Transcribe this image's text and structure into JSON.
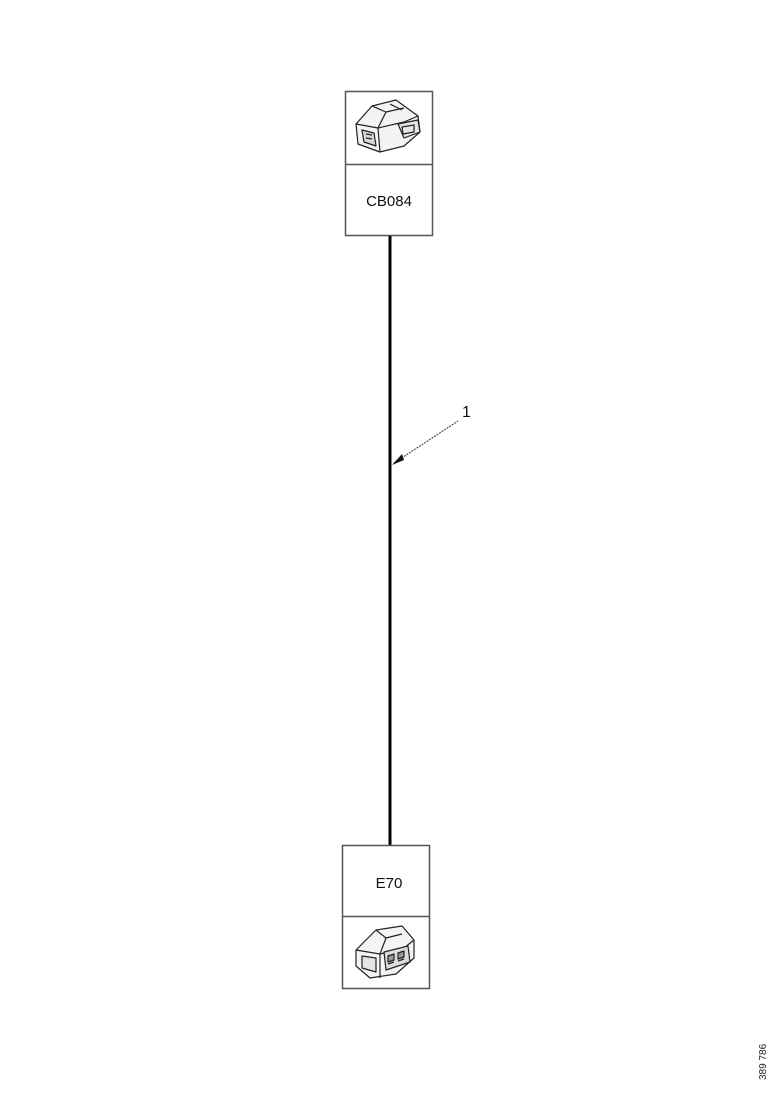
{
  "connectors": {
    "top": {
      "label": "CB084",
      "icon": "connector-plug-icon"
    },
    "bottom": {
      "label": "E70",
      "icon": "connector-socket-icon"
    }
  },
  "wire": {
    "callout": "1"
  },
  "reference_number": "389 786",
  "colors": {
    "line": "#000000",
    "frame": "#555555",
    "background": "#ffffff"
  }
}
